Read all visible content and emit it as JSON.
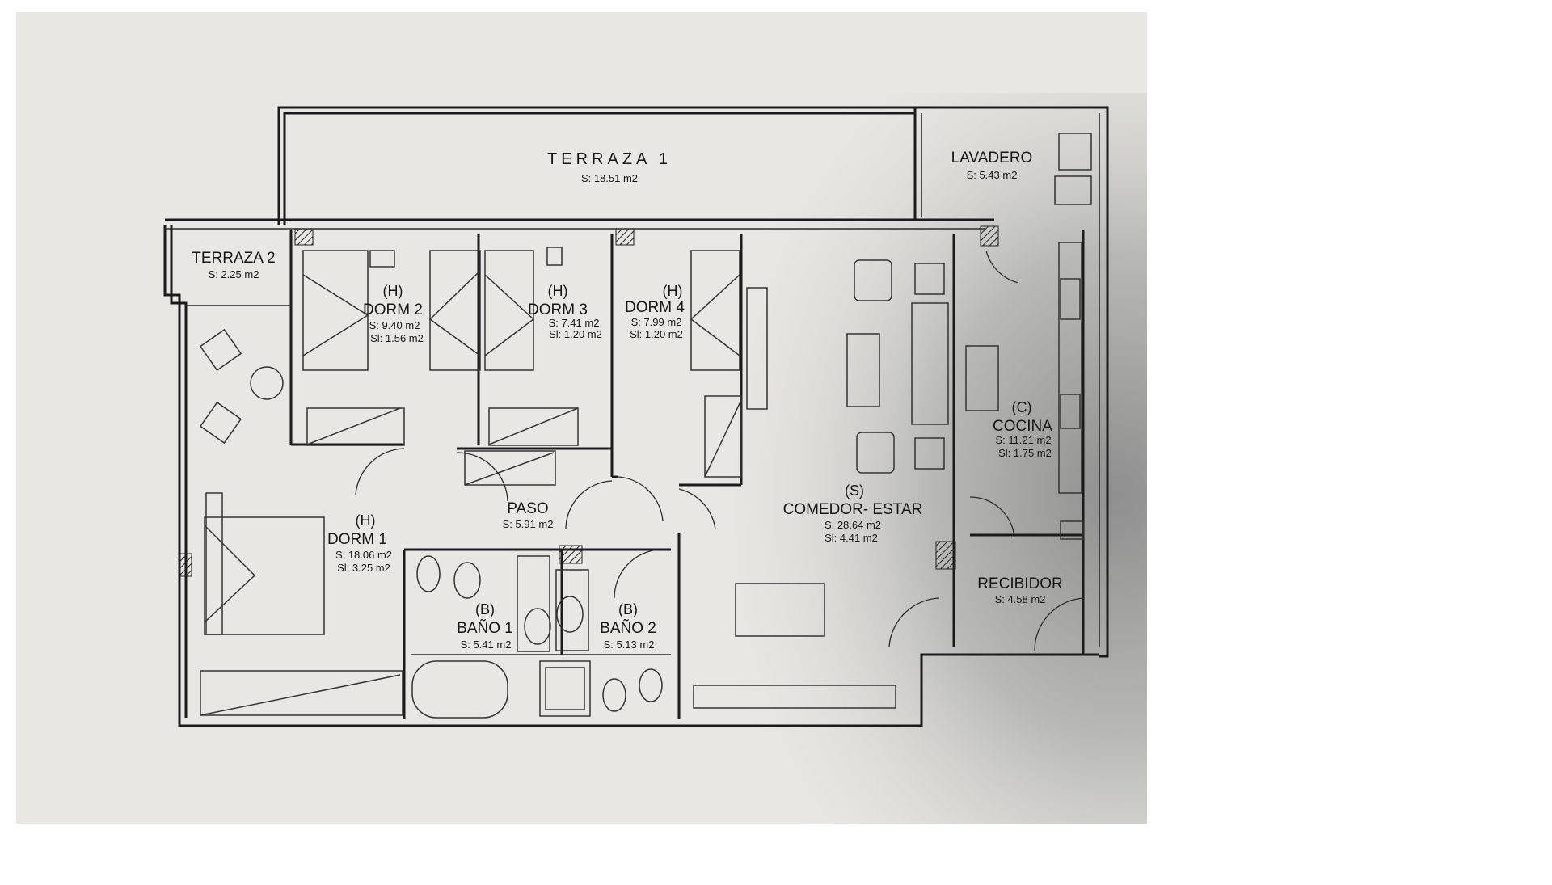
{
  "colors": {
    "paper": "#e9e8e4",
    "ink": "#1b1b1b",
    "shadow": "#9c9c9c"
  },
  "rooms": {
    "terraza1": {
      "name": "TERRAZA 1",
      "surface": "S: 18.51 m2"
    },
    "lavadero": {
      "name": "LAVADERO",
      "surface": "S: 5.43 m2"
    },
    "terraza2": {
      "name": "TERRAZA 2",
      "surface": "S: 2.25 m2"
    },
    "dorm2": {
      "type": "(H)",
      "name": "DORM 2",
      "surface": "S: 9.40 m2",
      "useful": "Sl: 1.56 m2"
    },
    "dorm3": {
      "type": "(H)",
      "name": "DORM 3",
      "surface": "S: 7.41 m2",
      "useful": "Sl: 1.20 m2"
    },
    "dorm4": {
      "type": "(H)",
      "name": "DORM 4",
      "surface": "S: 7.99 m2",
      "useful": "Sl: 1.20 m2"
    },
    "cocina": {
      "type": "(C)",
      "name": "COCINA",
      "surface": "S: 11.21 m2",
      "useful": "Sl: 1.75 m2"
    },
    "paso": {
      "name": "PASO",
      "surface": "S: 5.91 m2"
    },
    "comedor": {
      "type": "(S)",
      "name": "COMEDOR- ESTAR",
      "surface": "S: 28.64 m2",
      "useful": "Sl: 4.41 m2"
    },
    "dorm1": {
      "type": "(H)",
      "name": "DORM 1",
      "surface": "S: 18.06 m2",
      "useful": "Sl: 3.25 m2"
    },
    "recibidor": {
      "name": "RECIBIDOR",
      "surface": "S: 4.58 m2"
    },
    "bano1": {
      "type": "(B)",
      "name": "BAÑO 1",
      "surface": "S: 5.41 m2"
    },
    "bano2": {
      "type": "(B)",
      "name": "BAÑO 2",
      "surface": "S: 5.13 m2"
    }
  }
}
